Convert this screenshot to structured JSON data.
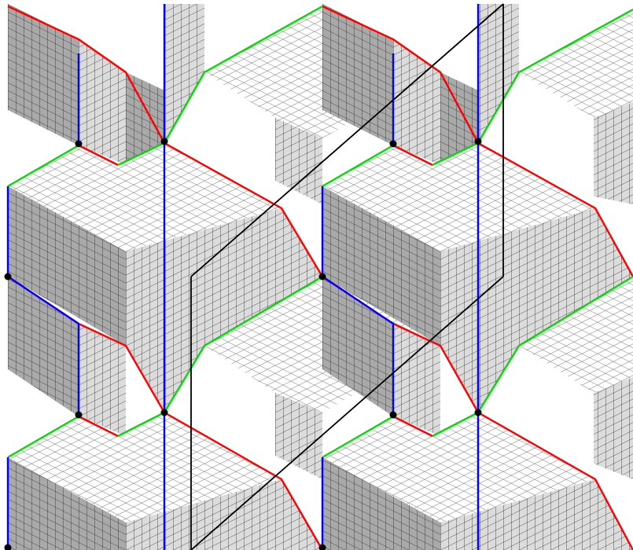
{
  "figure": {
    "kind": "isometric-tiled-stepped-surface-with-grid",
    "palette": {
      "background": "#ffffff",
      "top_face": "#ffffff",
      "left_face": "#a9a9a9",
      "right_face": "#dcdcdc",
      "grid_line": "#1a1a1a",
      "path_red": "#ff0000",
      "path_green": "#00dd00",
      "path_blue": "#0000ff",
      "boundary": "#000000",
      "vertex_dot": "#000000"
    },
    "colored_paths": [
      "red",
      "green",
      "blue"
    ],
    "has_dots": true,
    "has_black_parallelogram": true
  }
}
